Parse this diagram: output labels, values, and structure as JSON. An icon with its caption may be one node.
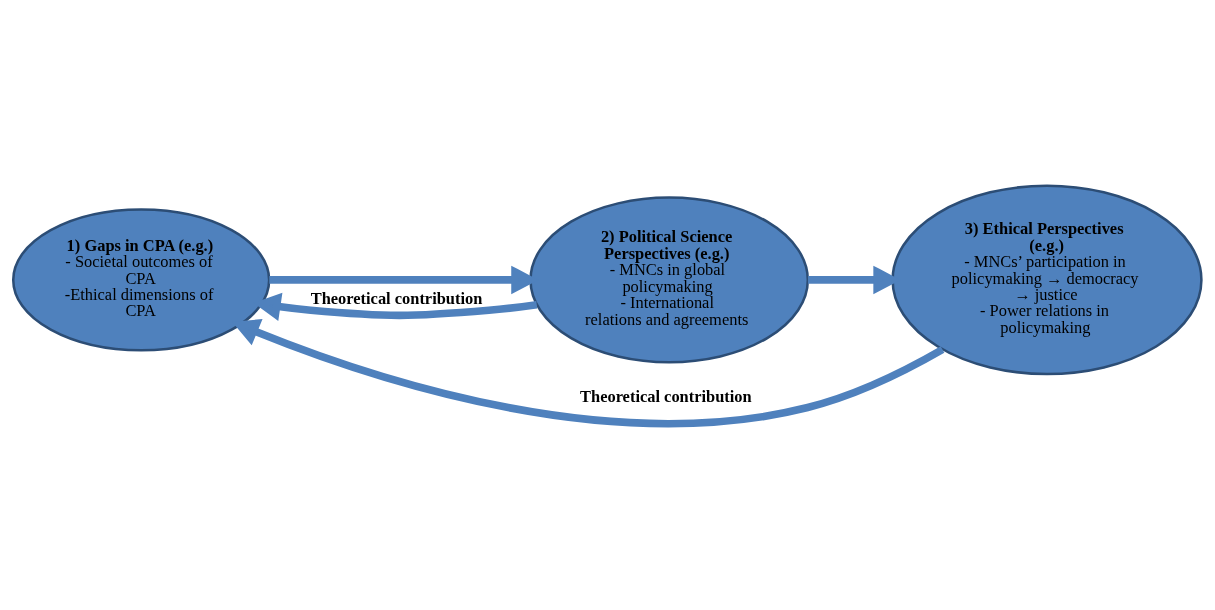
{
  "diagram": {
    "nodes": [
      {
        "text": [
          "1) Gaps in CPA (e.g.)",
          "- Societal outcomes of CPA",
          "-Ethical dimensions of CPA"
        ]
      },
      {
        "text": [
          "2) Political Science Perspectives (e.g.)",
          "- MNCs in global policymaking",
          "- International relations and agreements"
        ]
      },
      {
        "text": [
          "3) Ethical Perspectives (e.g.)",
          "- MNCs’ participation in policymaking → democracy → justice",
          "- Power relations in policymaking"
        ]
      }
    ],
    "edges": [
      {
        "from": 0,
        "to": 1,
        "arrow": "to"
      },
      {
        "from": 1,
        "to": 2,
        "arrow": "to"
      },
      {
        "from": 1,
        "to": 0,
        "arrow": "to",
        "label": "Theoretical contribution"
      },
      {
        "from": 2,
        "to": 0,
        "arrow": "to",
        "label": "Theoretical contribution"
      }
    ]
  }
}
